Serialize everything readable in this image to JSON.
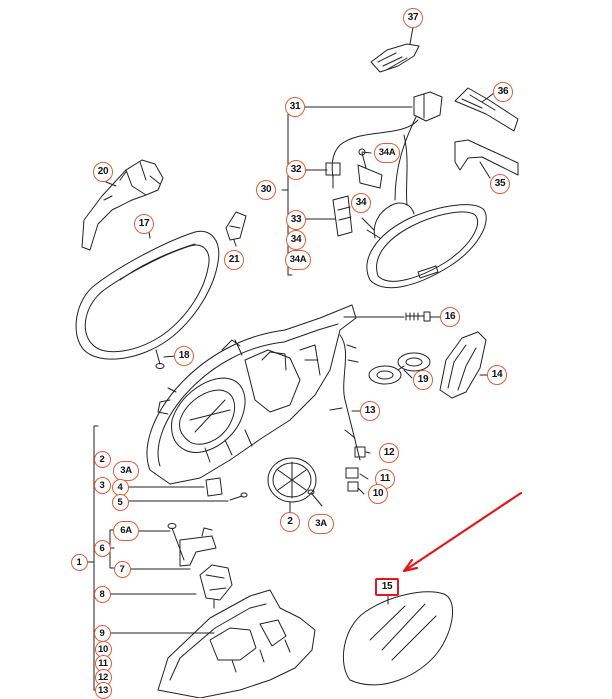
{
  "highlight_color": "#e0191f",
  "label_ring_color": "#d9603a",
  "callouts": {
    "c37": "37",
    "c36": "36",
    "c35": "35",
    "c31": "31",
    "c32": "32",
    "c30": "30",
    "c33": "33",
    "c34": "34",
    "c34a_top": "34A",
    "c34a_left": "34A",
    "c34_mid": "34",
    "c20": "20",
    "c17": "17",
    "c21": "21",
    "c16": "16",
    "c18": "18",
    "c14": "14",
    "c19": "19",
    "c13": "13",
    "c12": "12",
    "c11": "11",
    "c10": "10",
    "c2_left": "2",
    "c3a_left": "3A",
    "c3": "3",
    "c4": "4",
    "c5": "5",
    "c2_mid": "2",
    "c3a_mid": "3A",
    "c1": "1",
    "c6": "6",
    "c6a": "6A",
    "c7": "7",
    "c8": "8",
    "c9": "9",
    "c10b": "10",
    "c11b": "11",
    "c12b": "12",
    "c13b": "13",
    "c15": "15"
  }
}
